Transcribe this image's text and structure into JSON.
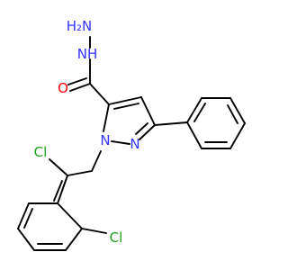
{
  "colors": {
    "background": "#ffffff",
    "bond": "#000000",
    "nitrogen": "#3333ff",
    "oxygen": "#ff0000",
    "chlorine": "#1fa01f"
  },
  "atoms": {
    "h2n": {
      "text": "H₂N"
    },
    "nh": {
      "text": "NH"
    },
    "o": {
      "text": "O"
    },
    "n1": {
      "text": "N"
    },
    "n2": {
      "text": "N"
    },
    "cl2": {
      "text": "Cl"
    },
    "cl5": {
      "text": "Cl"
    }
  }
}
